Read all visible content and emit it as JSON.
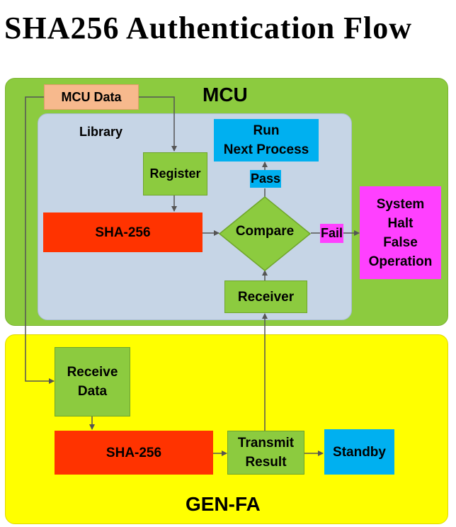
{
  "title": "SHA256  Authentication  Flow",
  "regions": {
    "mcu": "MCU",
    "library": "Library",
    "genfa": "GEN-FA"
  },
  "nodes": {
    "mcu_data": "MCU Data",
    "register": "Register",
    "sha256_mcu": "SHA-256",
    "compare": "Compare",
    "run_next_line1": "Run",
    "run_next_line2": "Next Process",
    "pass": "Pass",
    "fail": "Fail",
    "system_halt_line1": "System",
    "system_halt_line2": "Halt",
    "system_halt_line3": "False",
    "system_halt_line4": "Operation",
    "receiver": "Receiver",
    "receive_data_line1": "Receive",
    "receive_data_line2": "Data",
    "sha256_genfa": "SHA-256",
    "transmit_line1": "Transmit",
    "transmit_line2": "Result",
    "standby": "Standby"
  },
  "colors": {
    "green": "#8ccb3f",
    "yellow": "#ffff00",
    "library": "#c6d5e6",
    "red": "#ff3300",
    "cyan": "#00b0f0",
    "magenta": "#ff40ff",
    "peach": "#f7b98d"
  }
}
